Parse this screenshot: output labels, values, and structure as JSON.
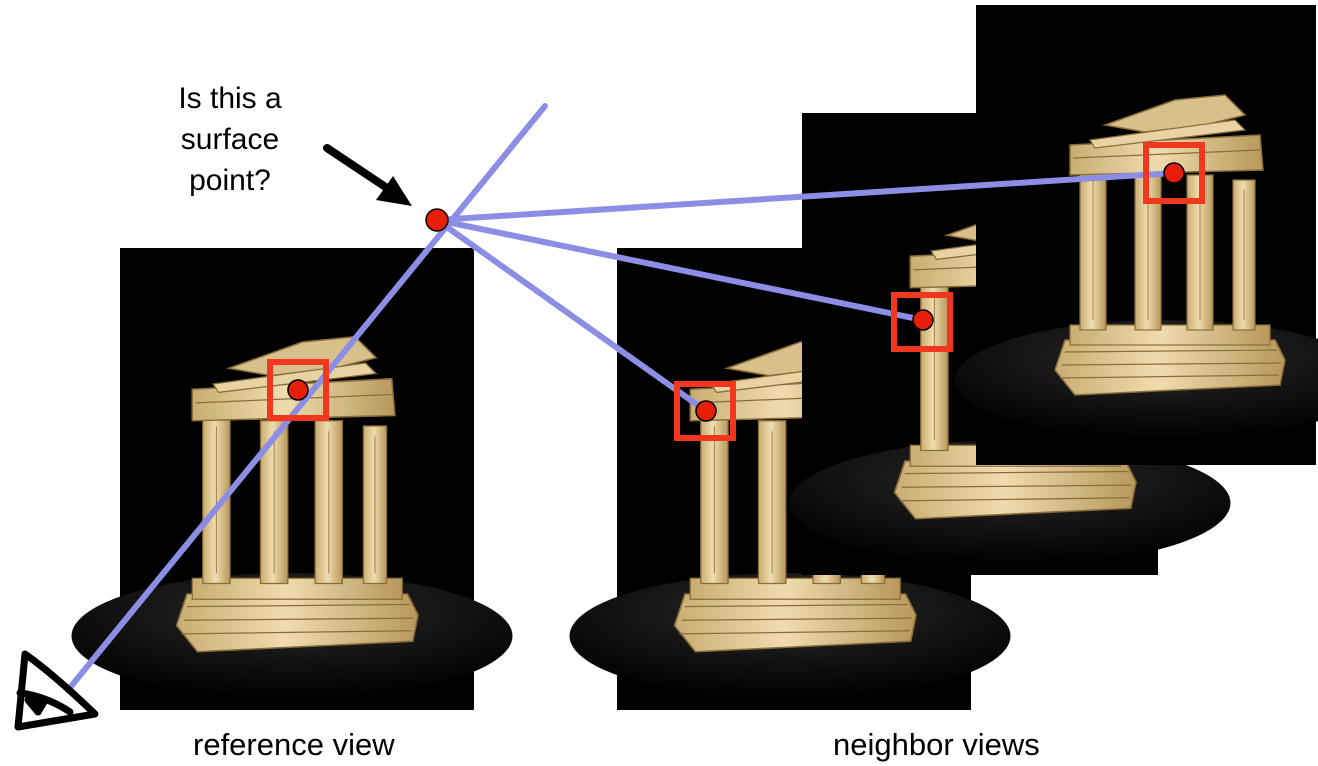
{
  "question": {
    "lines": [
      "Is this a",
      "surface",
      "point?"
    ]
  },
  "captions": {
    "reference": "reference view",
    "neighbors": "neighbor views"
  },
  "colors": {
    "ray": "#8c8ee6",
    "marker_box": "#f2371f",
    "point": "#e61e0a",
    "photo_bg": "#000000",
    "stone": "#e6d2a0"
  },
  "icons": {
    "viewer": "eye-icon",
    "pointer": "arrow-icon"
  }
}
